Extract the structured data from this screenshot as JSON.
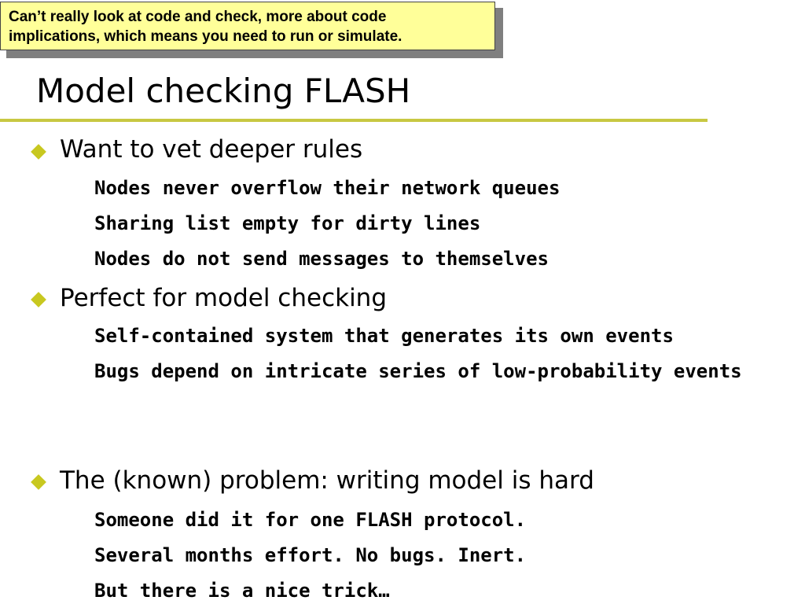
{
  "callout": {
    "line1": "Can’t really look at code and check, more about code",
    "line2": "implications, which means you need to run or simulate."
  },
  "slide": {
    "title": "Model checking FLASH",
    "bullets": [
      {
        "text": "Want to vet deeper rules",
        "subs": [
          "Nodes never overflow their network queues",
          "Sharing list empty for dirty lines",
          "Nodes do not send messages to themselves"
        ]
      },
      {
        "text": "Perfect for model checking",
        "subs": [
          "Self-contained system that generates its own events",
          "Bugs depend on intricate series of low-probability events"
        ]
      },
      {
        "text": "The (known) problem: writing model is hard",
        "subs": [
          "Someone did it for one FLASH protocol.",
          "Several months effort.  No bugs.  Inert.",
          "But there is a nice trick…"
        ]
      }
    ]
  },
  "colors": {
    "callout_bg": "#ffff99",
    "accent": "#c8c842"
  }
}
